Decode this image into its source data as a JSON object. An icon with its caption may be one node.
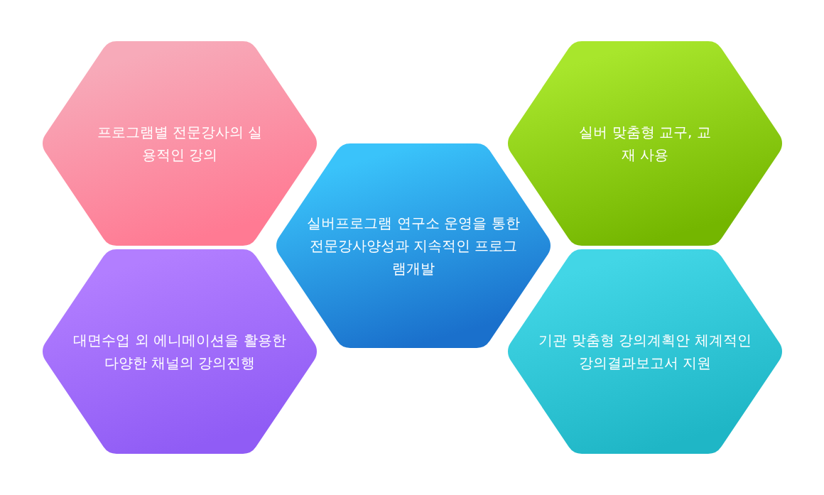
{
  "diagram": {
    "nodes": [
      {
        "text": [
          "프로그램별 전문강사의 실용적인 강의"
        ]
      },
      {
        "text": [
          "실버프로그램 연구소 운영을 통한 전문강사양성과 지속적인 프로그램개발"
        ]
      },
      {
        "text": [
          "실버 맞춤형 교구, 교재 사용"
        ]
      },
      {
        "text": [
          "대면수업 외 에니메이션을 활용한 다양한 채널의 강의진행"
        ]
      },
      {
        "text": [
          "기관 맞춤형 강의계획안 체계적인 강의결과보고서 지원"
        ]
      }
    ]
  }
}
